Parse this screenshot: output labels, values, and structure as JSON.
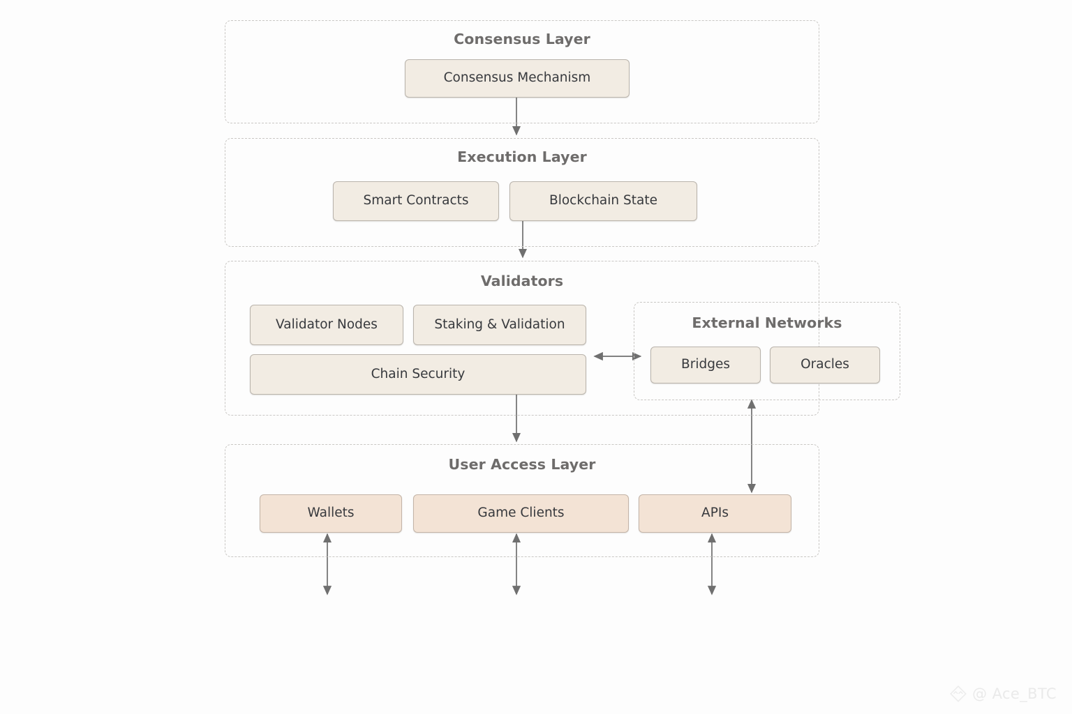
{
  "diagram": {
    "background_color": "#fdfdfd",
    "node_fill": "#f2ece3",
    "node_fill_warm": "#f3e3d5",
    "node_border": "#b9b3ab",
    "group_border": "#c9c7c4",
    "title_color": "#6e6c6b",
    "text_color": "#37393d",
    "arrow_color": "#6f6f6f",
    "groups": [
      {
        "id": "consensus-layer",
        "title": "Consensus Layer",
        "nodes": [
          {
            "id": "consensus-mechanism",
            "label": "Consensus Mechanism"
          }
        ]
      },
      {
        "id": "execution-layer",
        "title": "Execution Layer",
        "nodes": [
          {
            "id": "smart-contracts",
            "label": "Smart Contracts"
          },
          {
            "id": "blockchain-state",
            "label": "Blockchain State"
          }
        ]
      },
      {
        "id": "validators",
        "title": "Validators",
        "nodes": [
          {
            "id": "validator-nodes",
            "label": "Validator Nodes"
          },
          {
            "id": "staking-validation",
            "label": "Staking & Validation"
          },
          {
            "id": "chain-security",
            "label": "Chain Security"
          }
        ]
      },
      {
        "id": "external-networks",
        "title": "External Networks",
        "nodes": [
          {
            "id": "bridges",
            "label": "Bridges"
          },
          {
            "id": "oracles",
            "label": "Oracles"
          }
        ]
      },
      {
        "id": "user-access-layer",
        "title": "User Access Layer",
        "nodes": [
          {
            "id": "wallets",
            "label": "Wallets"
          },
          {
            "id": "game-clients",
            "label": "Game Clients"
          },
          {
            "id": "apis",
            "label": "APIs"
          }
        ]
      }
    ],
    "connections": [
      {
        "id": "consensus-to-execution",
        "from": "consensus-mechanism",
        "to": "execution-layer",
        "direction": "one-way"
      },
      {
        "id": "execution-to-validators",
        "from": "blockchain-state",
        "to": "validators",
        "direction": "one-way"
      },
      {
        "id": "validators-to-external",
        "from": "chain-security",
        "to": "external-networks",
        "direction": "two-way"
      },
      {
        "id": "validators-to-user-access",
        "from": "chain-security",
        "to": "user-access-layer",
        "direction": "one-way"
      },
      {
        "id": "external-to-apis",
        "from": "external-networks",
        "to": "apis",
        "direction": "two-way"
      },
      {
        "id": "wallets-down",
        "from": "wallets",
        "to": "external-user",
        "direction": "two-way"
      },
      {
        "id": "game-clients-down",
        "from": "game-clients",
        "to": "external-user",
        "direction": "two-way"
      },
      {
        "id": "apis-down",
        "from": "apis",
        "to": "external-user",
        "direction": "two-way"
      }
    ]
  },
  "watermark": {
    "handle": "@ Ace_BTC",
    "logo_icon": "diamond-logo-icon"
  }
}
